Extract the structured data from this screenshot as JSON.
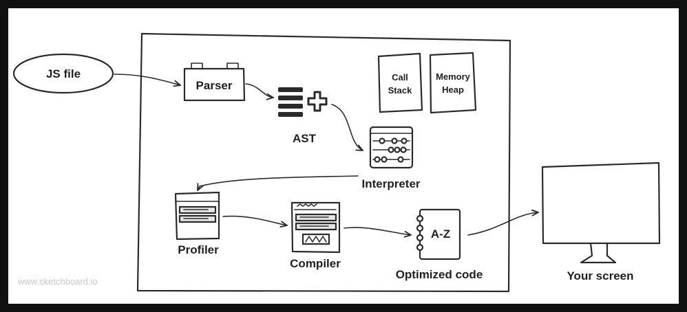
{
  "diagram": {
    "js_file": "JS file",
    "parser": "Parser",
    "ast": "AST",
    "call_stack": [
      "Call",
      "Stack"
    ],
    "memory_heap": [
      "Memory",
      "Heap"
    ],
    "interpreter": "Interpreter",
    "profiler": "Profiler",
    "compiler": "Compiler",
    "optimized_code": "Optimized code",
    "optimized_icon_text": "A-Z",
    "your_screen": "Your screen",
    "watermark": "www.sketchboard.io"
  }
}
